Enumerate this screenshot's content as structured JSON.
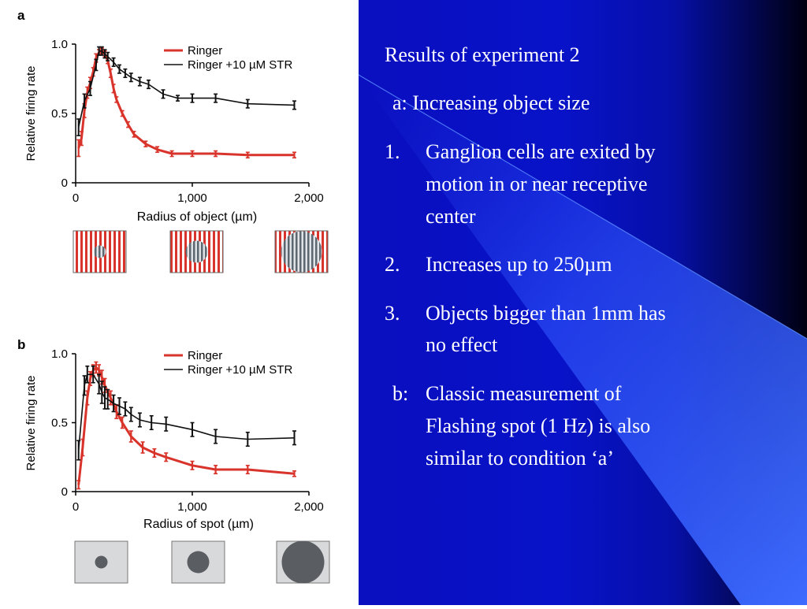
{
  "slide": {
    "title": "Results of experiment 2",
    "subtitle": "a: Increasing object size",
    "list": [
      {
        "marker": "1.",
        "lines": [
          "Ganglion cells are exited by",
          "motion in or near receptive",
          "center"
        ]
      },
      {
        "marker": "2.",
        "lines": [
          "Increases up to 250µm"
        ]
      },
      {
        "marker": "3.",
        "lines": [
          "Objects bigger than 1mm has",
          "no effect"
        ]
      }
    ],
    "note": {
      "marker": "b:",
      "lines": [
        "Classic measurement of",
        "Flashing spot (1 Hz) is also",
        "similar to condition ‘a’"
      ]
    }
  },
  "colors": {
    "ringer": "#d9342b",
    "str": "#111111",
    "bg_blue": "#0a10c0",
    "beam": "#3366ff"
  },
  "chart_data": [
    {
      "type": "line",
      "panel_label": "a",
      "xlabel": "Radius of object (µm)",
      "ylabel": "Relative firing rate",
      "xlim": [
        0,
        2000
      ],
      "ylim": [
        0,
        1.0
      ],
      "xticks": [
        0,
        1000,
        2000
      ],
      "xtick_labels": [
        "0",
        "1,000",
        "2,000"
      ],
      "yticks": [
        0,
        0.5,
        1.0
      ],
      "ytick_labels": [
        "0",
        "0.5",
        "1.0"
      ],
      "legend_position": "top-right",
      "series": [
        {
          "name": "Ringer",
          "color": "#d9342b",
          "x": [
            25,
            50,
            75,
            100,
            125,
            150,
            175,
            200,
            225,
            250,
            275,
            300,
            325,
            350,
            400,
            450,
            500,
            600,
            700,
            825,
            1000,
            1200,
            1475,
            1875
          ],
          "y": [
            0.25,
            0.32,
            0.52,
            0.65,
            0.72,
            0.8,
            0.9,
            0.94,
            0.95,
            0.93,
            0.88,
            0.79,
            0.68,
            0.6,
            0.5,
            0.42,
            0.35,
            0.28,
            0.24,
            0.21,
            0.21,
            0.21,
            0.2,
            0.2
          ],
          "err": [
            0.06,
            0.05,
            0.05,
            0.04,
            0.04,
            0.03,
            0.03,
            0.02,
            0.02,
            0.02,
            0.02,
            0.03,
            0.03,
            0.02,
            0.02,
            0.02,
            0.02,
            0.02,
            0.02,
            0.02,
            0.02,
            0.02,
            0.02,
            0.02
          ]
        },
        {
          "name": "Ringer +10 µM STR",
          "color": "#111111",
          "x": [
            25,
            75,
            125,
            175,
            200,
            225,
            250,
            275,
            325,
            375,
            425,
            475,
            550,
            625,
            750,
            875,
            1000,
            1200,
            1475,
            1875
          ],
          "y": [
            0.4,
            0.59,
            0.68,
            0.85,
            0.95,
            0.95,
            0.93,
            0.91,
            0.87,
            0.82,
            0.79,
            0.76,
            0.73,
            0.71,
            0.64,
            0.61,
            0.61,
            0.61,
            0.57,
            0.56
          ],
          "err": [
            0.06,
            0.05,
            0.05,
            0.04,
            0.03,
            0.03,
            0.03,
            0.03,
            0.03,
            0.03,
            0.03,
            0.03,
            0.03,
            0.03,
            0.03,
            0.02,
            0.03,
            0.03,
            0.03,
            0.03
          ]
        }
      ]
    },
    {
      "type": "line",
      "panel_label": "b",
      "xlabel": "Radius of spot (µm)",
      "ylabel": "Relative firing rate",
      "xlim": [
        0,
        2000
      ],
      "ylim": [
        0,
        1.0
      ],
      "xticks": [
        0,
        1000,
        2000
      ],
      "xtick_labels": [
        "0",
        "1,000",
        "2,000"
      ],
      "yticks": [
        0,
        0.5,
        1.0
      ],
      "ytick_labels": [
        "0",
        "0.5",
        "1.0"
      ],
      "legend_position": "top-right",
      "series": [
        {
          "name": "Ringer",
          "color": "#d9342b",
          "x": [
            25,
            60,
            100,
            125,
            150,
            175,
            200,
            225,
            250,
            300,
            350,
            400,
            475,
            575,
            675,
            775,
            1000,
            1200,
            1475,
            1875
          ],
          "y": [
            0.05,
            0.32,
            0.68,
            0.82,
            0.88,
            0.9,
            0.88,
            0.83,
            0.77,
            0.68,
            0.58,
            0.5,
            0.4,
            0.32,
            0.28,
            0.25,
            0.19,
            0.16,
            0.16,
            0.13
          ],
          "err": [
            0.03,
            0.06,
            0.05,
            0.05,
            0.04,
            0.04,
            0.04,
            0.05,
            0.05,
            0.05,
            0.05,
            0.04,
            0.04,
            0.04,
            0.03,
            0.03,
            0.03,
            0.03,
            0.03,
            0.02
          ]
        },
        {
          "name": "Ringer +10 µM STR",
          "color": "#111111",
          "x": [
            25,
            75,
            100,
            150,
            200,
            225,
            250,
            275,
            325,
            375,
            425,
            475,
            550,
            650,
            775,
            1000,
            1200,
            1475,
            1875
          ],
          "y": [
            0.3,
            0.77,
            0.85,
            0.85,
            0.78,
            0.72,
            0.68,
            0.67,
            0.64,
            0.62,
            0.6,
            0.56,
            0.52,
            0.5,
            0.49,
            0.45,
            0.4,
            0.38,
            0.39
          ],
          "err": [
            0.07,
            0.07,
            0.06,
            0.06,
            0.07,
            0.08,
            0.08,
            0.07,
            0.06,
            0.06,
            0.05,
            0.05,
            0.05,
            0.05,
            0.05,
            0.05,
            0.05,
            0.05,
            0.05
          ]
        }
      ]
    }
  ],
  "stimuli": {
    "a": {
      "radii": [
        8,
        14,
        26
      ]
    },
    "b": {
      "radii": [
        8,
        14,
        27
      ]
    }
  }
}
